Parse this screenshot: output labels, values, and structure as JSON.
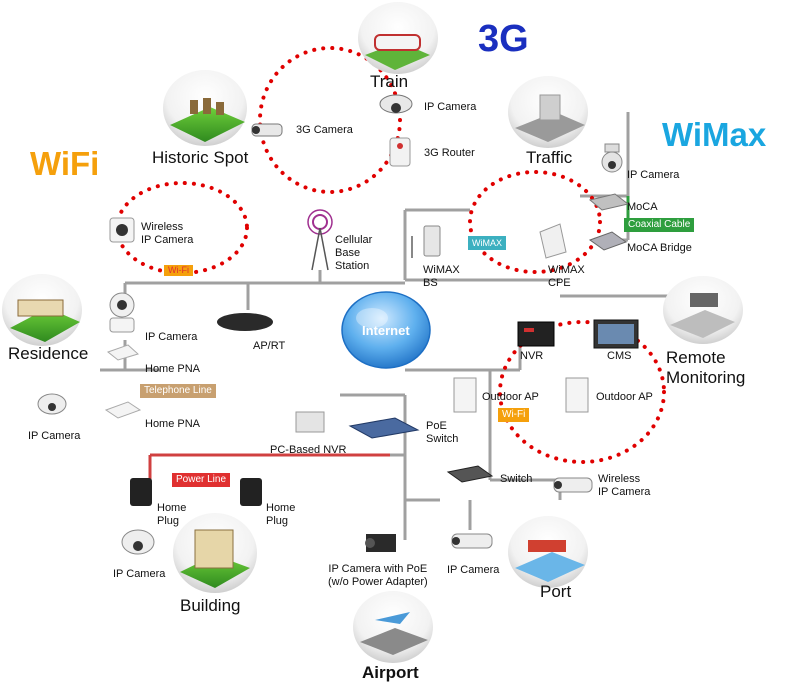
{
  "titles": {
    "threeg": "3G",
    "wimax": "WiMax",
    "wifi": "WiFi"
  },
  "regions": {
    "train": "Train",
    "historic_spot": "Historic  Spot",
    "traffic": "Traffic",
    "residence": "Residence",
    "remote_monitoring": "Remote\nMonitoring",
    "building": "Building",
    "port": "Port",
    "airport": "Airport"
  },
  "labels": {
    "ip_camera_train": "IP Camera",
    "three_g_camera": "3G Camera",
    "three_g_router": "3G Router",
    "ip_camera_traffic": "IP Camera",
    "moca": "MoCA",
    "moca_bridge": "MoCA Bridge",
    "wireless_ip_camera_wifi": "Wireless\nIP Camera",
    "cellular_base_station": "Cellular\nBase\nStation",
    "wimax_bs": "WiMAX\nBS",
    "wimax_cpe": "WiMAX\nCPE",
    "ip_camera_residence": "IP Camera",
    "ap_rt": "AP/RT",
    "home_pna_1": "Home PNA",
    "home_pna_2": "Home PNA",
    "ip_camera_dome_residence": "IP Camera",
    "nvr": "NVR",
    "cms": "CMS",
    "outdoor_ap_1": "Outdoor AP",
    "outdoor_ap_2": "Outdoor AP",
    "poe_switch": "PoE\nSwitch",
    "pc_based_nvr": "PC-Based NVR",
    "switch": "Switch",
    "wireless_ip_camera_port": "Wireless\nIP Camera",
    "home_plug_1": "Home\nPlug",
    "home_plug_2": "Home\nPlug",
    "ip_camera_building": "IP Camera",
    "ip_camera_poe": "IP Camera with PoE\n(w/o Power Adapter)",
    "ip_camera_port": "IP Camera",
    "internet": "Internet"
  },
  "tags": {
    "wimax_link": "WiMAX",
    "coaxial_cable": "Coaxial Cable",
    "telephone_line": "Telephone Line",
    "wifi_link": "Wi-Fi",
    "power_line": "Power Line",
    "wifi_bar": "Wi-Fi"
  },
  "colors": {
    "threeg_blue": "#1a2fbf",
    "wimax_cyan": "#1aa6e0",
    "wifi_orange": "#f5a00c",
    "dotted_red": "#e00000",
    "cable_gray": "#a0a0a0",
    "coax_green": "#2e9e3e",
    "wimax_tag": "#3cb0c0",
    "phone_tag": "#c8a070",
    "power_tag": "#e03030",
    "internet_blue": "#2a8ad8"
  }
}
